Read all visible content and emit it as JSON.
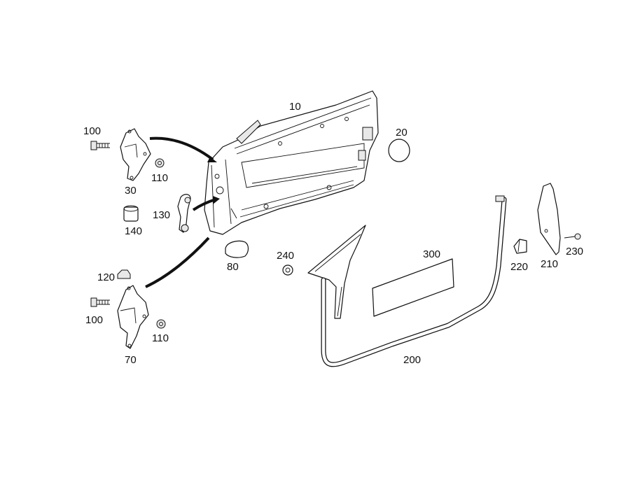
{
  "callouts": {
    "door_shell": "10",
    "plug_20": "20",
    "upper_hinge": "30",
    "lower_hinge": "70",
    "plug_80": "80",
    "bolt_upper": "100",
    "bolt_lower": "100",
    "nut_upper": "110",
    "nut_lower": "110",
    "cap_120": "120",
    "door_check": "130",
    "buffer_140": "140",
    "seal_200": "200",
    "bracket_210": "210",
    "stop_220": "220",
    "screw_230": "230",
    "clip_240": "240",
    "film_300": "300"
  },
  "colors": {
    "line": "#111111",
    "fill": "#ffffff",
    "shade": "#e8e8e8"
  }
}
